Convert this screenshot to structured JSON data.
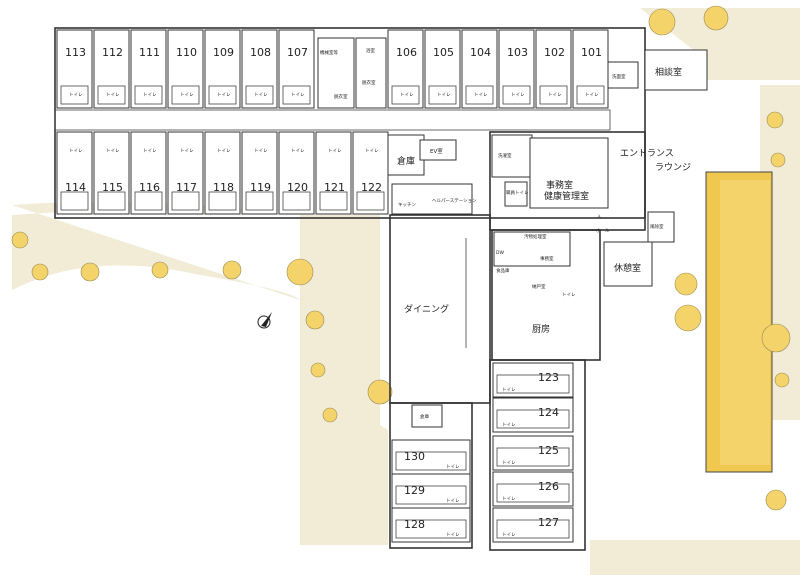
{
  "rooms_north": [
    "113",
    "112",
    "111",
    "110",
    "109",
    "108",
    "107",
    "106",
    "105",
    "104",
    "103",
    "102",
    "101"
  ],
  "rooms_south": [
    "114",
    "115",
    "116",
    "117",
    "118",
    "119",
    "120",
    "121",
    "122"
  ],
  "rooms_east_wing": [
    "123",
    "124",
    "125",
    "126",
    "127"
  ],
  "rooms_west_wing": [
    "130",
    "129",
    "128"
  ],
  "toilet_label": "トイレ",
  "labels": {
    "machine_room": "機械室等",
    "bath": "浴室",
    "dressing_right": "脱衣室",
    "dressing_left": "脱衣室",
    "storage": "倉庫",
    "ev": "EV室",
    "kitchen": "キッチン",
    "helper_station": "ヘルパーステーション",
    "dining": "ダイニング",
    "laundry": "洗濯室",
    "office": "事務室",
    "health_room": "健康管理室",
    "staff_toilet": "職員トイレ",
    "entrance": "エントランス",
    "lounge": "ラウンジ",
    "consult": "相談室",
    "wash": "洗面室",
    "wind_room": "風除室",
    "hall": "ホール",
    "rest_room": "休憩室",
    "entry": "入",
    "dirty": "汚物処理室",
    "dw": "DW",
    "office2": "事務室",
    "food_store": "食品庫",
    "staff_area": "納戸室",
    "tore": "トイレ",
    "kitchen2": "厨房",
    "storage2": "倉庫"
  }
}
